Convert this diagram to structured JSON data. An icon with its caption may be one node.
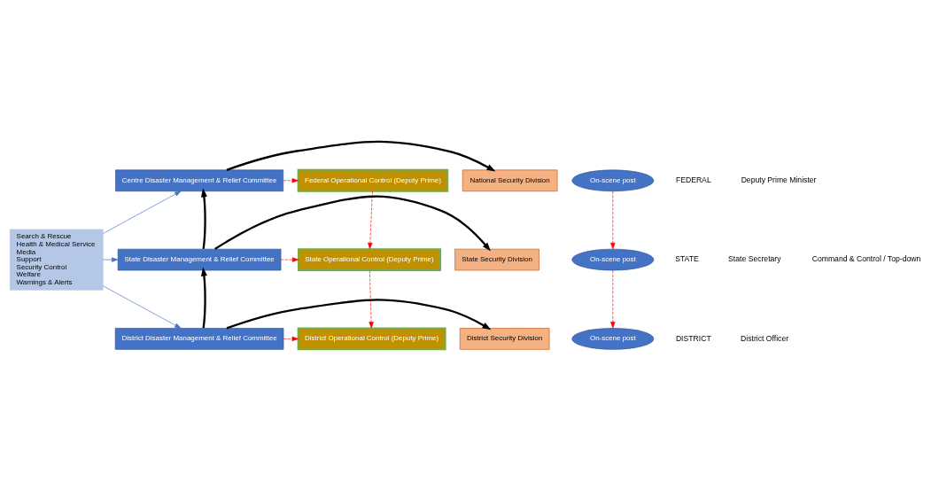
{
  "diagram": {
    "nodes": [
      {
        "text": [
          "Search & Rescue",
          "Health & Medical Service",
          "Media",
          "Support",
          "Security Control",
          "Welfare",
          "Warnings & Alerts"
        ]
      },
      {
        "text": [
          "Centre Disaster Management & Relief Committee"
        ]
      },
      {
        "text": [
          "National Security Division"
        ]
      },
      {
        "text": [
          "Federal Operational Control (Deputy Prime)"
        ]
      },
      {
        "text": [
          "On-scene post"
        ]
      },
      {
        "text": [
          "State Disaster Management & Relief Committee"
        ]
      },
      {
        "text": [
          "State Security Division"
        ]
      },
      {
        "text": [
          "State Operational Control (Deputy Prime)"
        ]
      },
      {
        "text": [
          "On-scene post"
        ]
      },
      {
        "text": [
          "District Disaster Management & Relief Committee"
        ]
      },
      {
        "text": [
          "District Security Division"
        ]
      },
      {
        "text": [
          "District Operational Control (Deputy Prime)"
        ]
      },
      {
        "text": [
          "On-scene post"
        ]
      }
    ],
    "edges": [
      {
        "from": 0,
        "to": 1,
        "arrow": "to",
        "color": "#4472c4"
      },
      {
        "from": 0,
        "to": 5,
        "arrow": "to",
        "color": "#4472c4"
      },
      {
        "from": 0,
        "to": 9,
        "arrow": "to",
        "color": "#4472c4"
      },
      {
        "from": 1,
        "to": 2,
        "arrow": "to",
        "style": "thick",
        "color": "#000000"
      },
      {
        "from": 5,
        "to": 6,
        "arrow": "to",
        "style": "thick",
        "color": "#000000"
      },
      {
        "from": 9,
        "to": 10,
        "arrow": "to",
        "style": "thick",
        "color": "#000000"
      },
      {
        "from": 9,
        "to": 5,
        "arrow": "to",
        "style": "thick",
        "color": "#000000"
      },
      {
        "from": 5,
        "to": 1,
        "arrow": "to",
        "style": "thick",
        "color": "#000000"
      },
      {
        "from": 1,
        "to": 3,
        "arrow": "to",
        "style": "dashed",
        "color": "#ff0000"
      },
      {
        "from": 5,
        "to": 7,
        "arrow": "to",
        "style": "dashed",
        "color": "#ff0000"
      },
      {
        "from": 9,
        "to": 11,
        "arrow": "to",
        "style": "dashed",
        "color": "#ff0000"
      },
      {
        "from": 3,
        "to": 7,
        "arrow": "to",
        "style": "dashed",
        "color": "#ff0000"
      },
      {
        "from": 7,
        "to": 11,
        "arrow": "to",
        "style": "dashed",
        "color": "#ff0000"
      },
      {
        "from": 4,
        "to": 8,
        "arrow": "to",
        "style": "dashed",
        "color": "#ff0000"
      },
      {
        "from": 8,
        "to": 12,
        "arrow": "to",
        "style": "dashed",
        "color": "#ff0000"
      }
    ],
    "labels": [
      "FEDERAL",
      "Deputy Prime Minister",
      "STATE",
      "State Secretary",
      "DISTRICT",
      "District Officer",
      "Command & Control / Top-down"
    ]
  }
}
